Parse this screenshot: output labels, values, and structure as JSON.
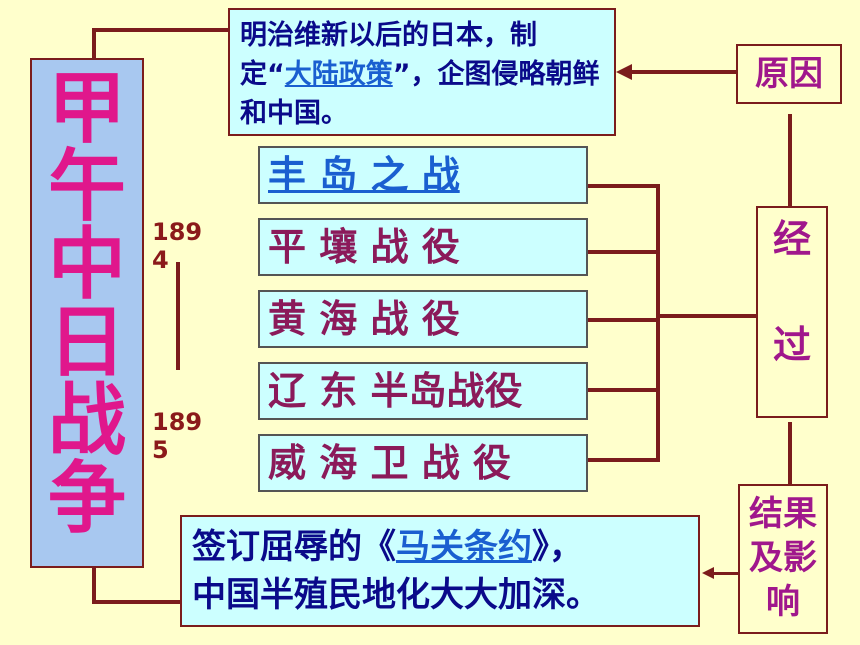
{
  "title_chars": [
    "甲",
    "午",
    "中",
    "日",
    "战",
    "争"
  ],
  "years": {
    "start": "1894",
    "end": "1895"
  },
  "cause": {
    "text_before": "明治维新以后的日本，制定“",
    "link_text": "大陆政策",
    "text_after": "”，企图侵略朝鲜和中国。"
  },
  "battles": [
    "丰 岛 之 战",
    "平 壤 战 役",
    "黄 海 战 役",
    "辽 东 半岛战役",
    "威 海 卫 战 役"
  ],
  "labels": {
    "cause": "原因",
    "process_1": "经",
    "process_2": "过",
    "result_1": "结果",
    "result_2": "及影",
    "result_3": "响"
  },
  "result": {
    "text_before": "签订屈辱的《",
    "link_text": "马关条约",
    "text_after": "》，",
    "line2": "中国半殖民地化大大加深。"
  }
}
